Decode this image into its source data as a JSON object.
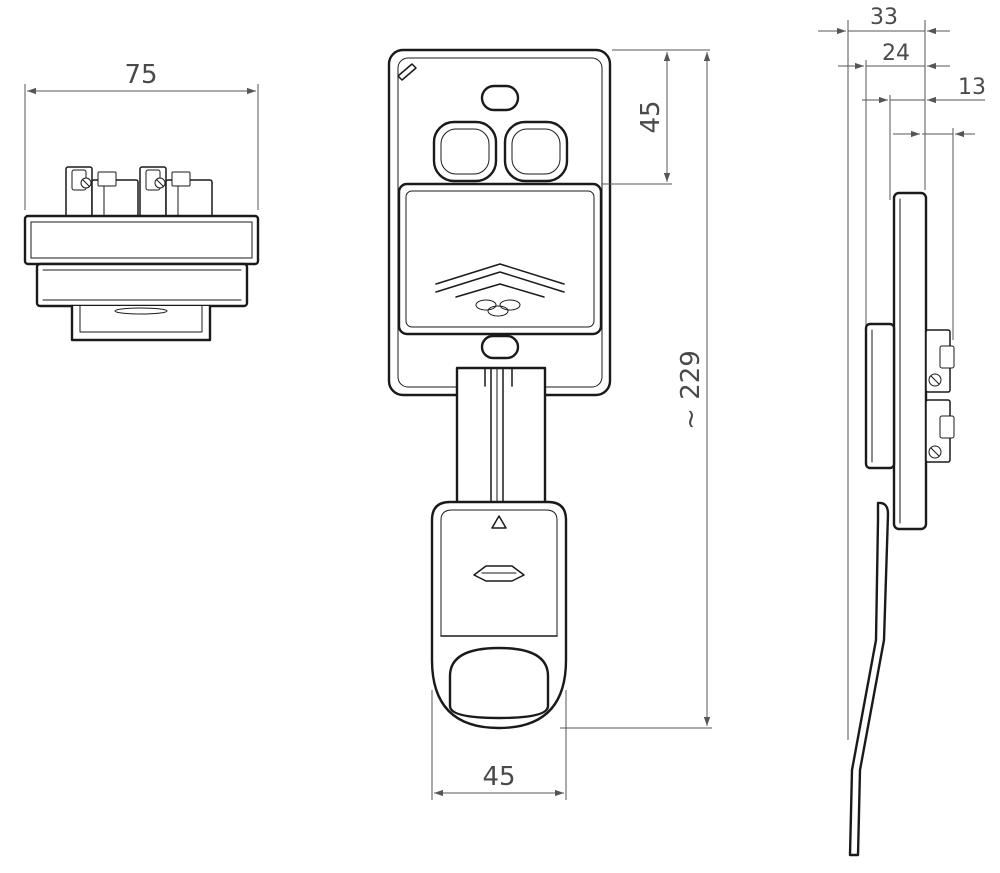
{
  "dimensions": {
    "top_view_width": "75",
    "front_button_section_height": "45",
    "overall_length": "~ 229",
    "holder_width": "45",
    "side_depth_total": "33",
    "side_depth_mid": "24",
    "side_depth_small": "13"
  },
  "colors": {
    "line": "#1a1a1a",
    "dimension": "#555555",
    "background": "#ffffff"
  }
}
